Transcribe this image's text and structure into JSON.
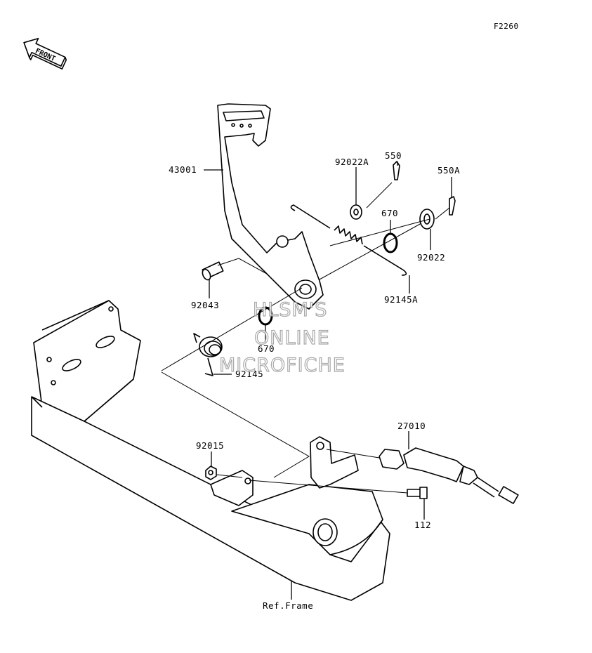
{
  "figure_code": "F2260",
  "front_label": "FRONT",
  "watermark": [
    "HLSM'S",
    "ONLINE",
    "MICROFICHE"
  ],
  "labels": {
    "p43001": "43001",
    "p550": "550",
    "p550a": "550A",
    "p92022a": "92022A",
    "p670_top": "670",
    "p92022": "92022",
    "p92145a": "92145A",
    "p92043": "92043",
    "p670_bottom": "670",
    "p92145": "92145",
    "p27010": "27010",
    "p92015": "92015",
    "p112": "112",
    "ref_frame": "Ref.Frame"
  }
}
